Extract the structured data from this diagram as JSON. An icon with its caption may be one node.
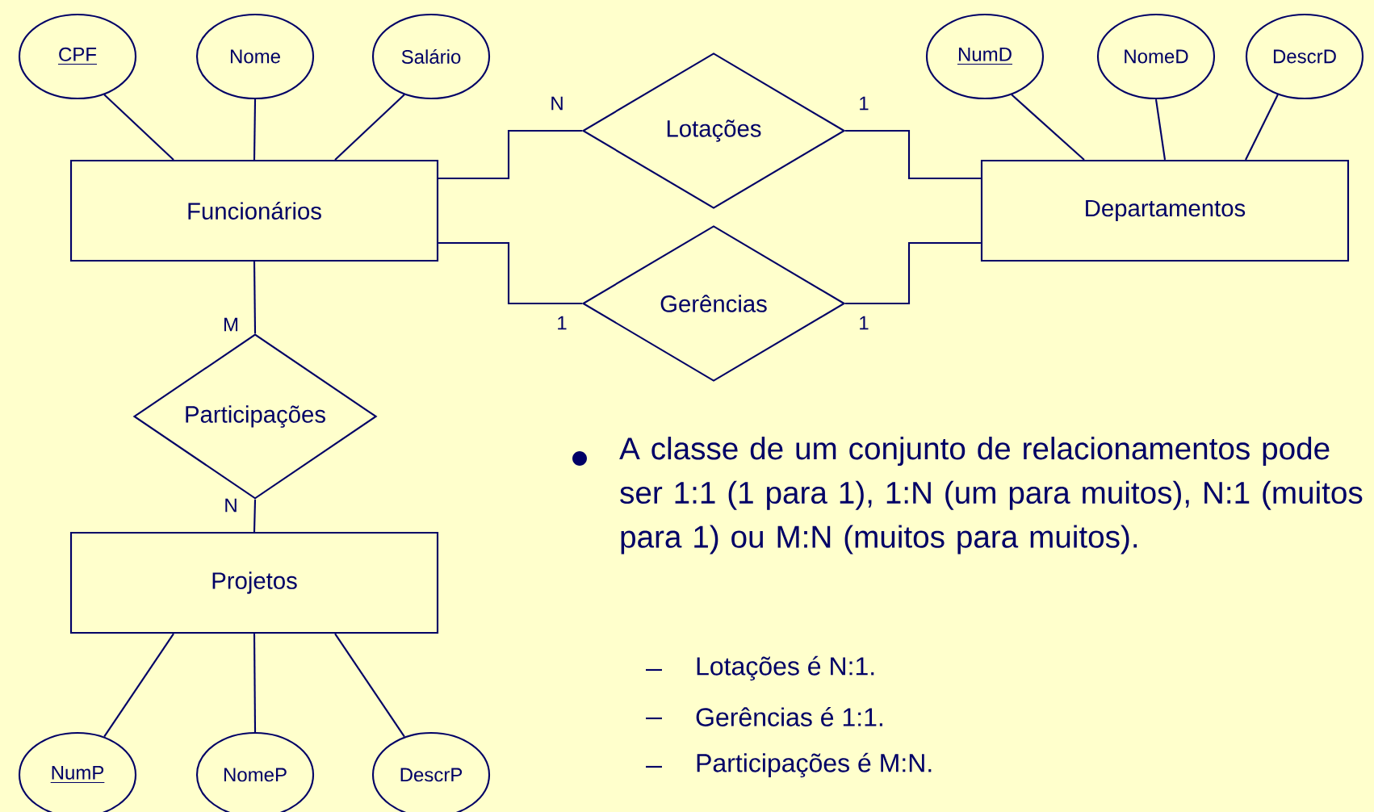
{
  "diagram": {
    "nodes": [
      {
        "text": [
          "CPF"
        ]
      },
      {
        "text": [
          "Nome"
        ]
      },
      {
        "text": [
          "Salário"
        ]
      },
      {
        "text": [
          "NumD"
        ]
      },
      {
        "text": [
          "NomeD"
        ]
      },
      {
        "text": [
          "DescrD"
        ]
      },
      {
        "text": [
          "Funcionários"
        ]
      },
      {
        "text": [
          "Lotações"
        ]
      },
      {
        "text": [
          "Departamentos"
        ]
      },
      {
        "text": [
          "Gerências"
        ]
      },
      {
        "text": [
          "Participações"
        ]
      },
      {
        "text": [
          "Projetos"
        ]
      },
      {
        "text": [
          "NumP"
        ]
      },
      {
        "text": [
          "NomeP"
        ]
      },
      {
        "text": [
          "DescrP"
        ]
      }
    ],
    "edges": [
      {
        "from": 0,
        "to": 6,
        "arrow": "none"
      },
      {
        "from": 1,
        "to": 6,
        "arrow": "none"
      },
      {
        "from": 2,
        "to": 6,
        "arrow": "none"
      },
      {
        "from": 3,
        "to": 8,
        "arrow": "none"
      },
      {
        "from": 4,
        "to": 8,
        "arrow": "none"
      },
      {
        "from": 5,
        "to": 8,
        "arrow": "none"
      },
      {
        "from": 6,
        "to": 7,
        "arrow": "none",
        "label": "N"
      },
      {
        "from": 7,
        "to": 8,
        "arrow": "none",
        "label": "1"
      },
      {
        "from": 6,
        "to": 9,
        "arrow": "none",
        "label": "1"
      },
      {
        "from": 9,
        "to": 8,
        "arrow": "none",
        "label": "1"
      },
      {
        "from": 6,
        "to": 10,
        "arrow": "none",
        "label": "M"
      },
      {
        "from": 10,
        "to": 11,
        "arrow": "none",
        "label": "N"
      },
      {
        "from": 12,
        "to": 11,
        "arrow": "none"
      },
      {
        "from": 13,
        "to": 11,
        "arrow": "none"
      },
      {
        "from": 14,
        "to": 11,
        "arrow": "none"
      }
    ],
    "labels": [
      "A classe de um conjunto de relacionamentos pode ser 1:1 (1 para 1), 1:N (um para muitos), N:1 (muitos para 1) ou M:N (muitos para muitos).",
      "Lotações é N:1.",
      "Gerências é 1:1.",
      "Participações é M:N."
    ]
  }
}
